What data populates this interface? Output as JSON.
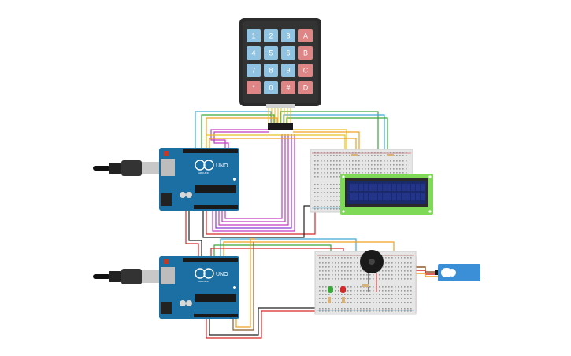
{
  "keypad": {
    "keys": [
      [
        "1",
        "2",
        "3",
        "A"
      ],
      [
        "4",
        "5",
        "6",
        "B"
      ],
      [
        "7",
        "8",
        "9",
        "C"
      ],
      [
        "*",
        "0",
        "#",
        "D"
      ]
    ]
  },
  "arduino": {
    "brand_text": "UNO",
    "sub_text": "ARDUINO"
  },
  "colors": {
    "arduino_board": "#1c6fa3",
    "key_blue": "#8fc3e1",
    "key_red": "#e08585",
    "keypad_body": "#2b2b2b",
    "lcd_green": "#7ed957",
    "lcd_screen": "#1b2a6b",
    "breadboard": "#e6e6e6",
    "servo_blue": "#3a8fd6",
    "wire_red": "#d62828",
    "wire_black": "#222222",
    "wire_orange": "#f0a020",
    "wire_yellow": "#e8c020",
    "wire_green": "#3aa63a",
    "wire_blue": "#3da9d8",
    "wire_magenta": "#c23ac2",
    "wire_purple": "#8a3ad0",
    "wire_brown": "#8b5a2b",
    "wire_gray": "#9a9a9a"
  }
}
